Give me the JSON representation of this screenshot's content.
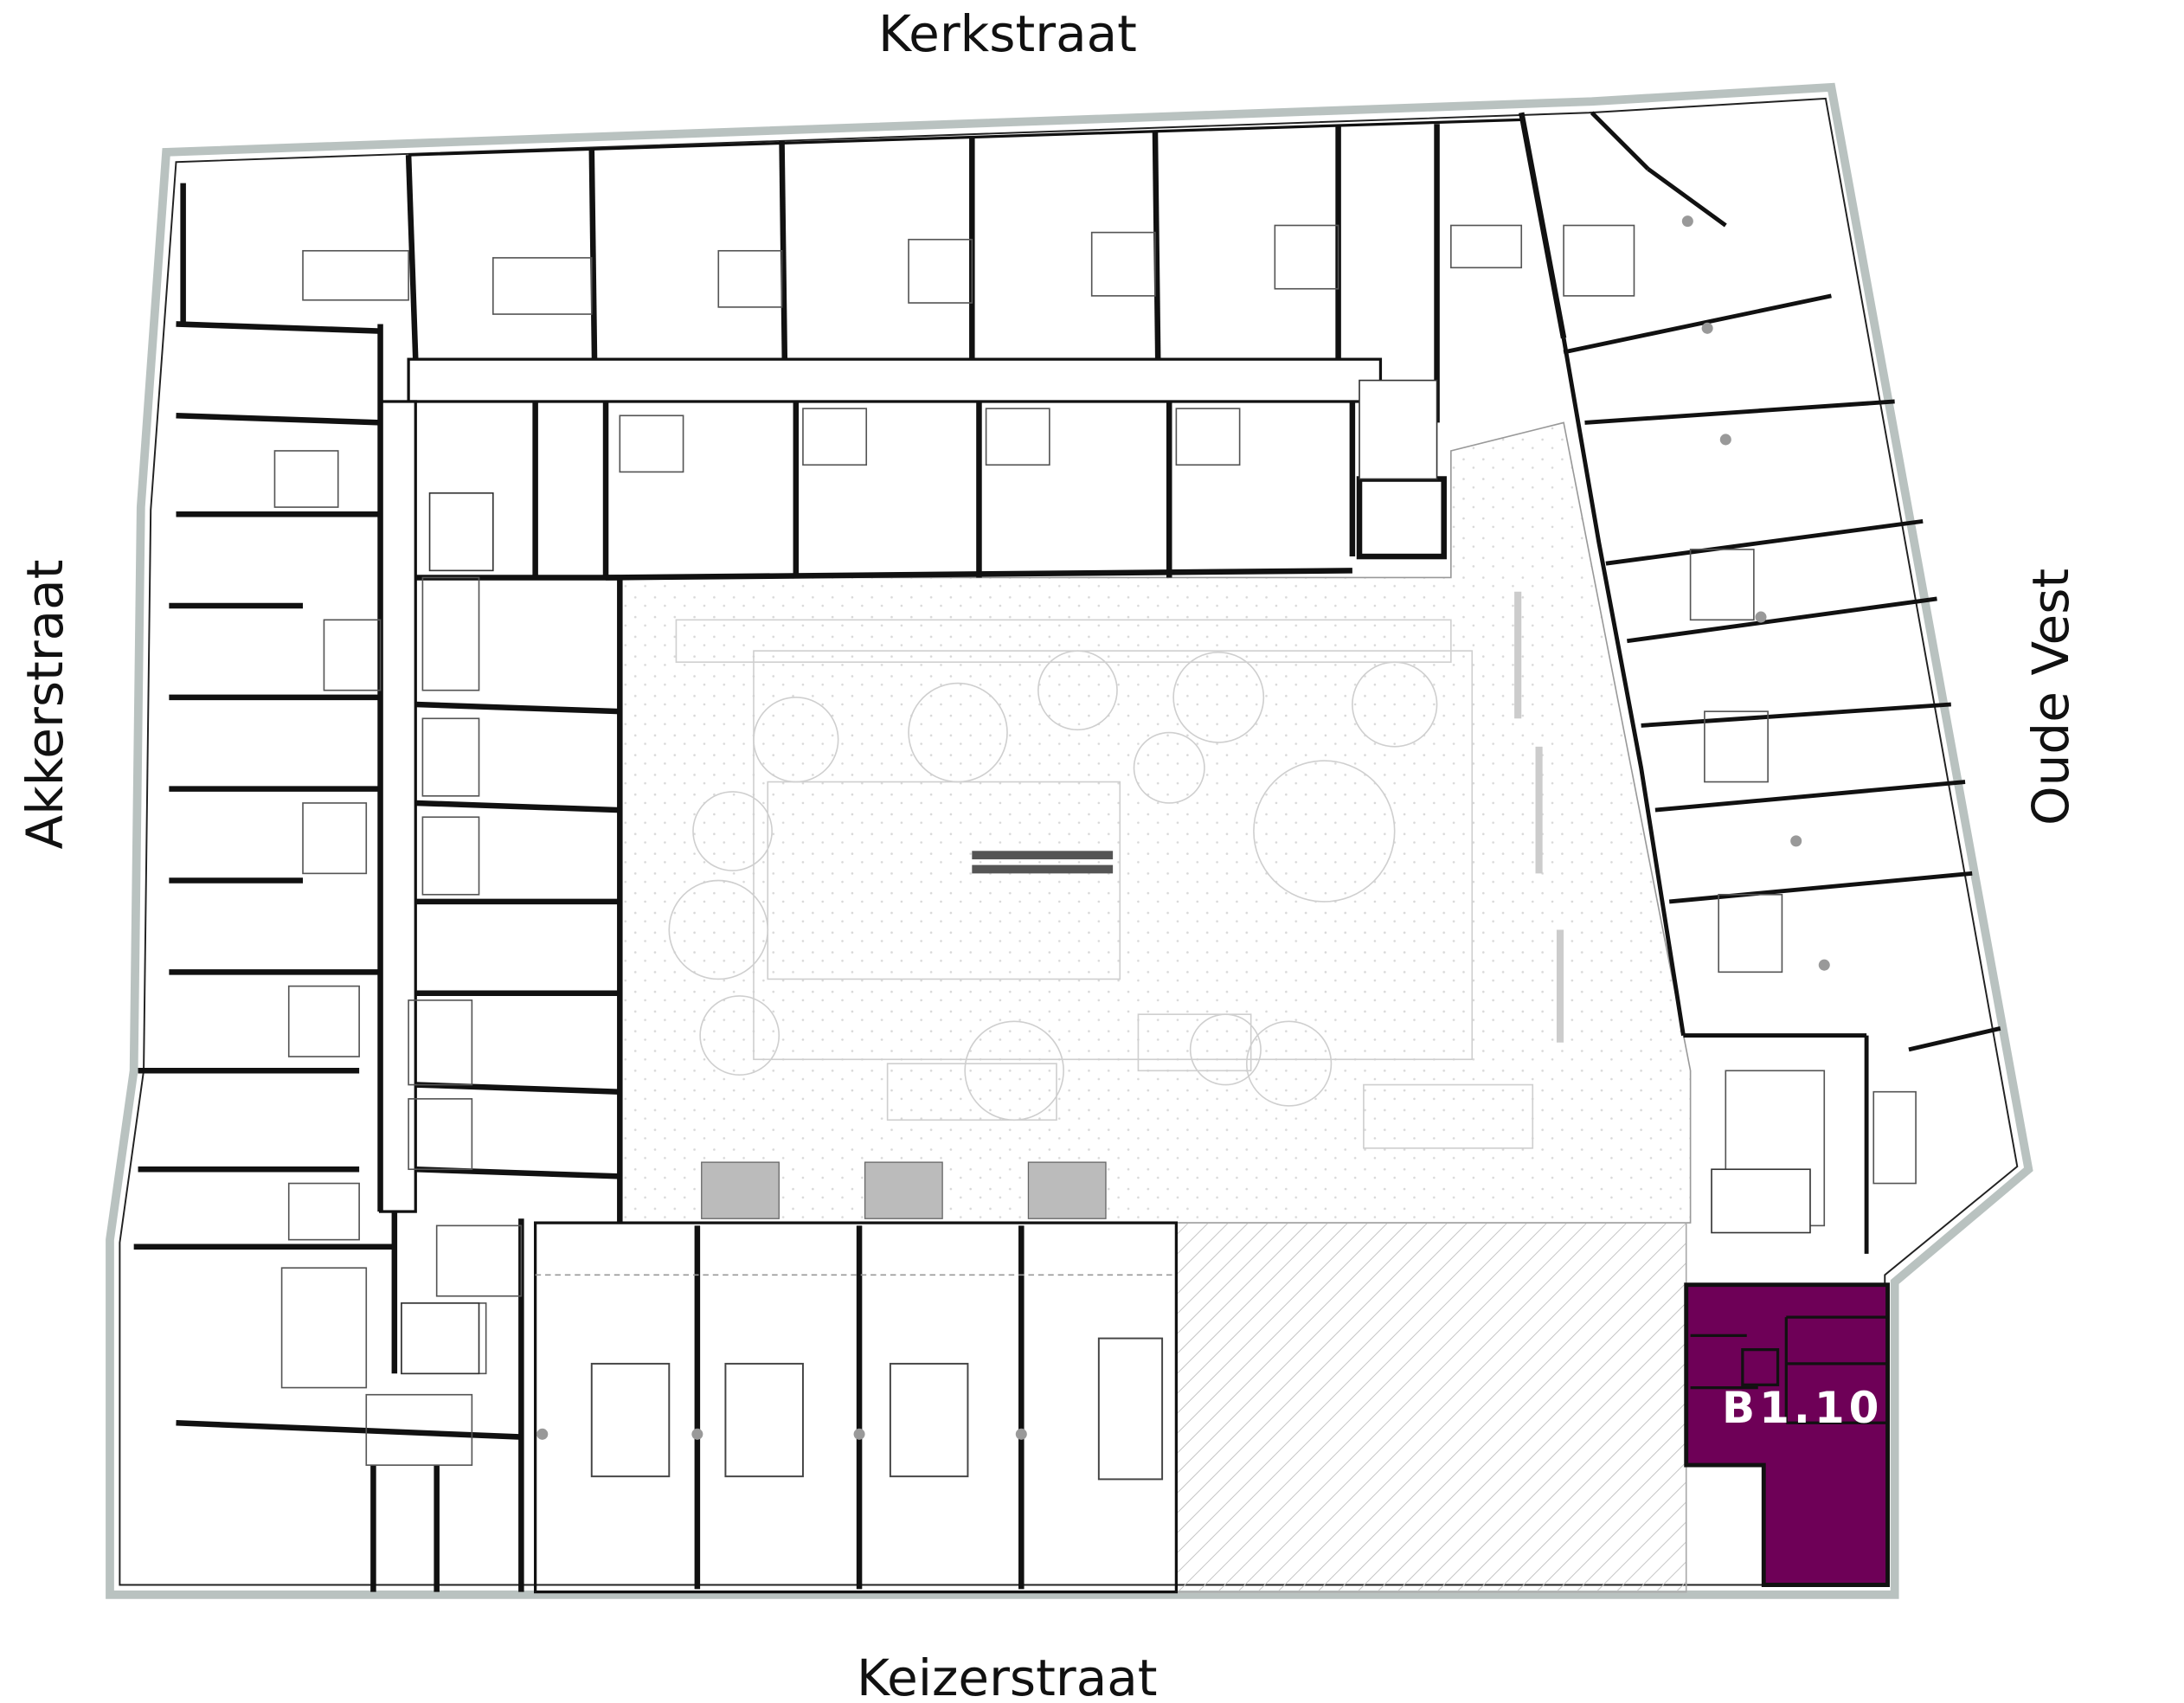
{
  "streets": {
    "north": "Kerkstraat",
    "west": "Akkerstraat",
    "east": "Oude Vest",
    "south": "Keizerstraat"
  },
  "highlighted_unit": {
    "label": "B1.10",
    "color": "#6e0057"
  },
  "colors": {
    "wall": "#111111",
    "facade": "#b9c2c0",
    "courtyard_line": "#c8c8c8",
    "hatch": "#bdbdbd"
  }
}
